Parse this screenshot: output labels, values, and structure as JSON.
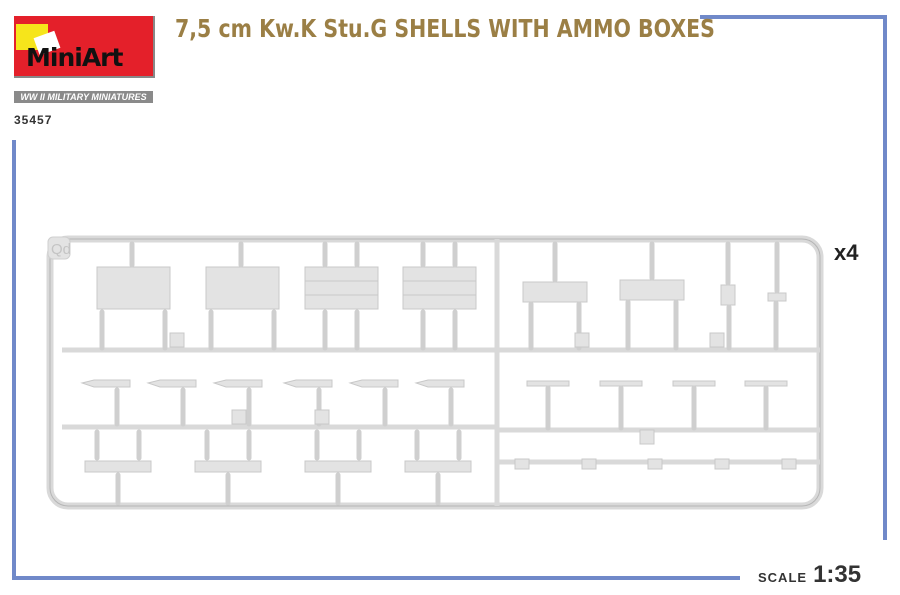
{
  "brand": {
    "logo_text": "MiniArt",
    "tagline": "WW II MILITARY MINIATURES",
    "product_code": "35457"
  },
  "title": "7,5 cm Kw.K Stu.G SHELLS WITH AMMO BOXES",
  "sprue": {
    "label": "Qd",
    "quantity": "x4",
    "plastic_color": "#d9d9d9"
  },
  "scale": {
    "label": "SCALE",
    "value": "1:35"
  },
  "colors": {
    "frame": "#7089c9",
    "title": "#9b7f45",
    "logo_red": "#e4202a",
    "logo_yellow": "#f6e51b"
  }
}
